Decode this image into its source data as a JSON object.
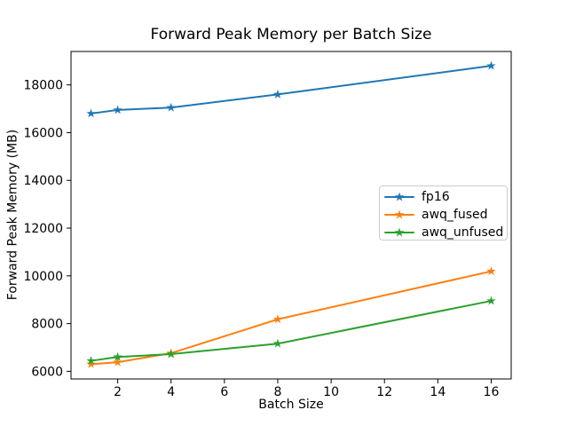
{
  "figure": {
    "background": "#ffffff",
    "axis_color": "#000000",
    "text_color": "#000000",
    "legend_border_color": "#cccccc"
  },
  "chart_data": {
    "type": "line",
    "title": "Forward Peak Memory per Batch Size",
    "xlabel": "Batch Size",
    "ylabel": "Forward Peak Memory (MB)",
    "x": [
      1,
      2,
      4,
      8,
      16
    ],
    "series": [
      {
        "name": "fp16",
        "color": "#1f77b4",
        "marker": "star",
        "values": [
          16800,
          16950,
          17050,
          17600,
          18800
        ]
      },
      {
        "name": "awq_fused",
        "color": "#ff7f0e",
        "marker": "star",
        "values": [
          6300,
          6380,
          6760,
          8180,
          10190
        ]
      },
      {
        "name": "awq_unfused",
        "color": "#2ca02c",
        "marker": "star",
        "values": [
          6440,
          6600,
          6720,
          7160,
          8950
        ]
      }
    ],
    "xticks": [
      2,
      4,
      6,
      8,
      10,
      12,
      14,
      16
    ],
    "yticks": [
      6000,
      8000,
      10000,
      12000,
      14000,
      16000,
      18000
    ],
    "xlim": [
      0.25,
      16.75
    ],
    "ylim": [
      5680,
      19400
    ],
    "grid": false,
    "legend": {
      "position": "center right",
      "entries": [
        "fp16",
        "awq_fused",
        "awq_unfused"
      ]
    }
  }
}
